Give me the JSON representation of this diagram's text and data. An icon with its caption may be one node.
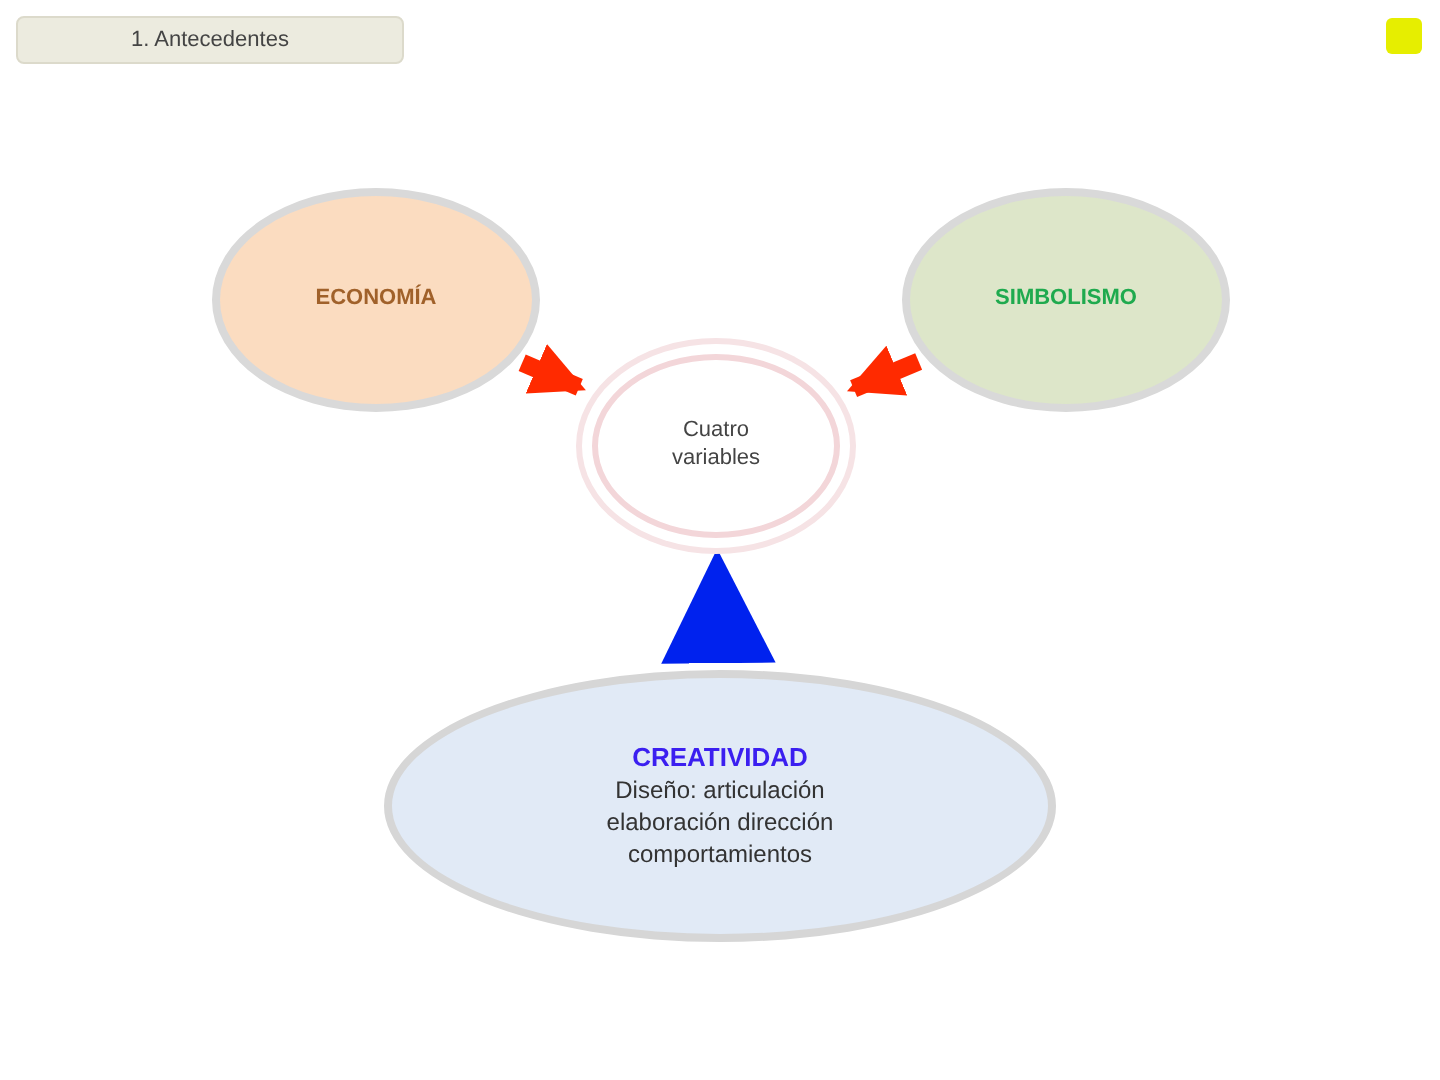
{
  "diagram": {
    "title": "1. Antecedentes",
    "nodes": [
      {
        "text": [
          "ECONOMÍA"
        ]
      },
      {
        "text": [
          "SIMBOLISMO"
        ]
      },
      {
        "text": [
          "Cuatro variables"
        ]
      },
      {
        "text": [
          "CREATIVIDAD",
          "Diseño: articulación elaboración dirección comportamientos"
        ]
      }
    ],
    "edges": [
      {
        "from": 0,
        "to": 2,
        "arrow": "to"
      },
      {
        "from": 1,
        "to": 2,
        "arrow": "to"
      },
      {
        "from": 3,
        "to": 2,
        "arrow": "to",
        "style": "thick",
        "color": "#0022ee"
      }
    ]
  }
}
